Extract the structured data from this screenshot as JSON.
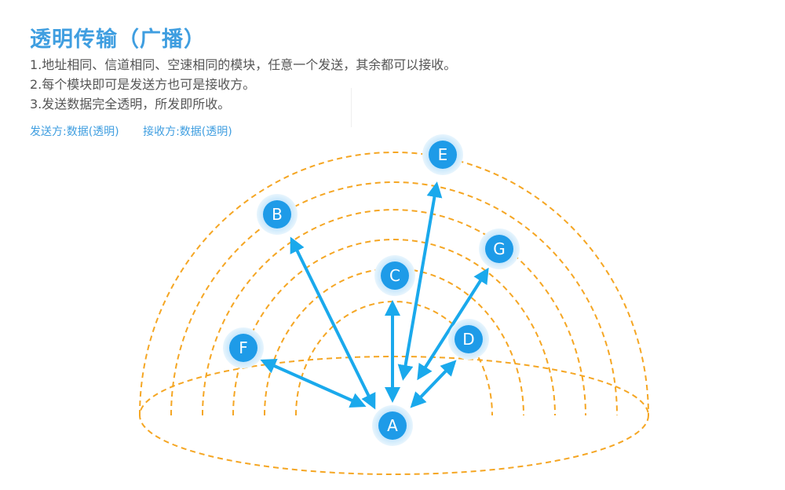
{
  "title": "透明传输（广播）",
  "description": [
    "1.地址相同、信道相同、空速相同的模块，任意一个发送，其余都可以接收。",
    "2.每个模块即可是发送方也可是接收方。",
    "3.发送数据完全透明，所发即所收。"
  ],
  "legend": {
    "sender": "发送方:数据(透明)",
    "receiver": "接收方:数据(透明)"
  },
  "colors": {
    "title": "#3f9ee0",
    "arrow": "#1aa9ec",
    "dash": "#f5a623",
    "node": "#1e9be8",
    "node_halo": "#cfe9fb"
  },
  "nodes": {
    "A": "A",
    "B": "B",
    "C": "C",
    "D": "D",
    "E": "E",
    "F": "F",
    "G": "G"
  }
}
